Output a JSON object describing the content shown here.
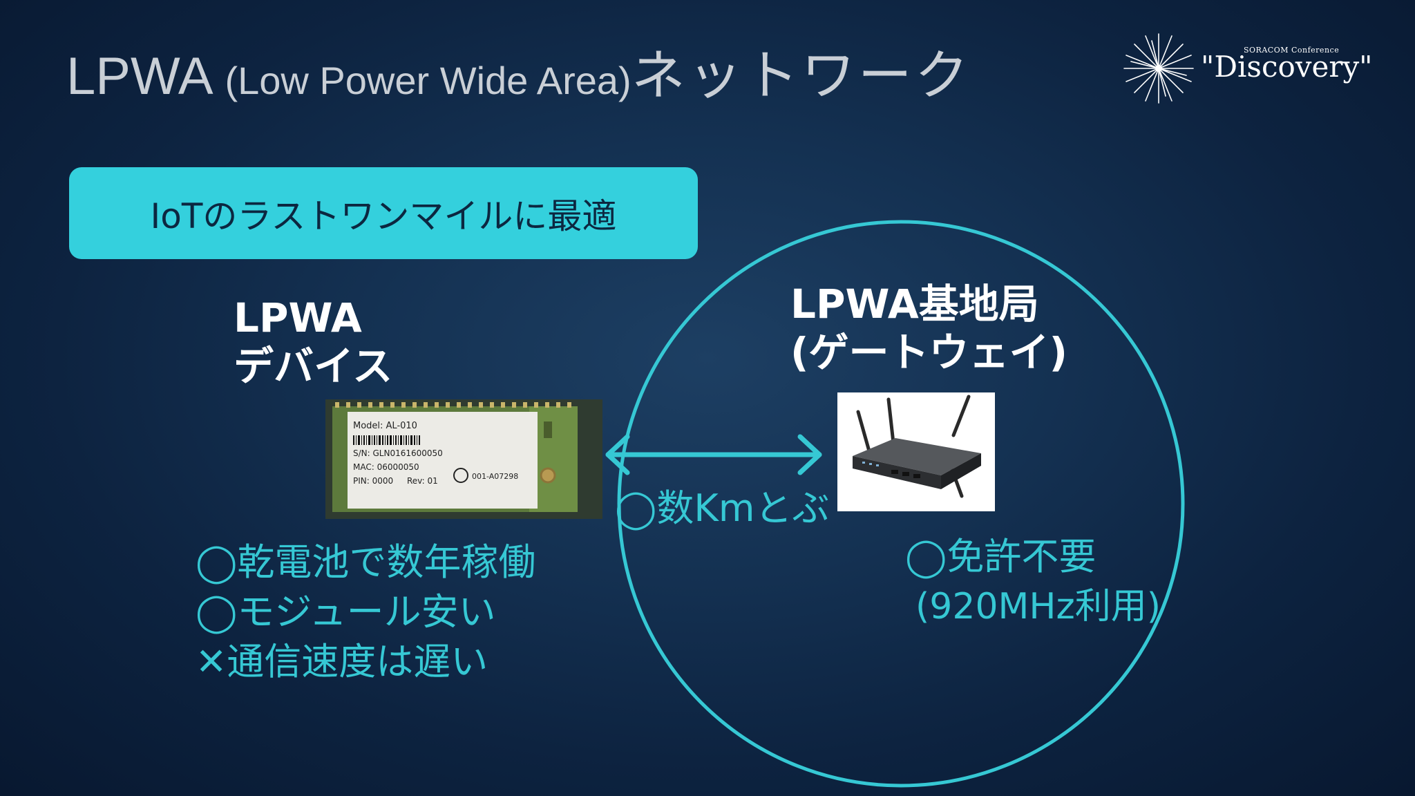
{
  "slide": {
    "title_main": "LPWA ",
    "title_sub": "(Low Power Wide Area)",
    "title_jp": "ネットワーク",
    "logo": {
      "conference": "SORACOM Conference",
      "word": "\"Discovery\""
    },
    "callout": "IoTのラストワンマイルに最適",
    "device": {
      "title_line1": "LPWA",
      "title_line2": "デバイス",
      "module_label": {
        "model": "Model: AL-010",
        "sn": "S/N: GLN0161600050",
        "mac": "MAC: 06000050",
        "pin": "PIN: 0000",
        "rev": "Rev: 01",
        "cert": "001-A07298"
      },
      "features": [
        "◯乾電池で数年稼働",
        "◯モジュール安い",
        "✕通信速度は遅い"
      ]
    },
    "link": {
      "distance": "◯数Kmとぶ"
    },
    "gateway": {
      "title_line1": "LPWA基地局",
      "title_line2": "(ゲートウェイ)",
      "feature1": "◯免許不要",
      "feature2": "(920MHz利用)"
    },
    "colors": {
      "background": "#0f2744",
      "accent": "#34d0dd",
      "teal_text": "#36c8d4",
      "heading": "#ffffff"
    }
  }
}
